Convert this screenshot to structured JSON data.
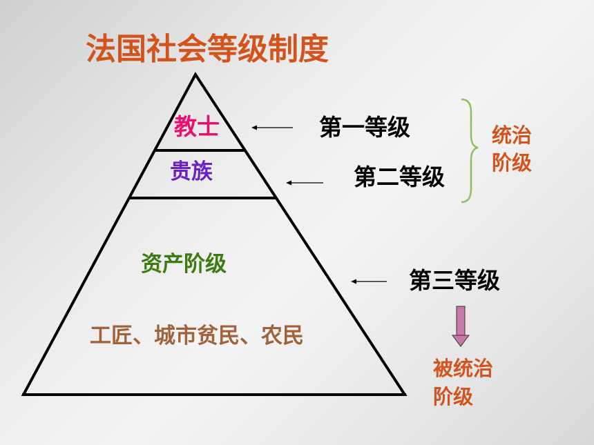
{
  "title": "法国社会等级制度",
  "pyramid": {
    "tiers": [
      {
        "label": "教士",
        "color": "#e8106e"
      },
      {
        "label": "贵族",
        "color": "#6a1fc8"
      },
      {
        "label": "资产阶级",
        "color": "#3d7a10"
      },
      {
        "label": "工匠、城市贫民、农民",
        "color": "#a0623a"
      }
    ]
  },
  "ranks": [
    "第一等级",
    "第二等级",
    "第三等级"
  ],
  "ruling_class": {
    "line1": "统治",
    "line2": "阶级",
    "color": "#d2541c",
    "brace_color": "#8cc060"
  },
  "ruled_class": {
    "line1": "被统治",
    "line2": "阶级",
    "color": "#d2541c"
  },
  "colors": {
    "title": "#d2541c",
    "arrow_down": "#c878a8"
  }
}
